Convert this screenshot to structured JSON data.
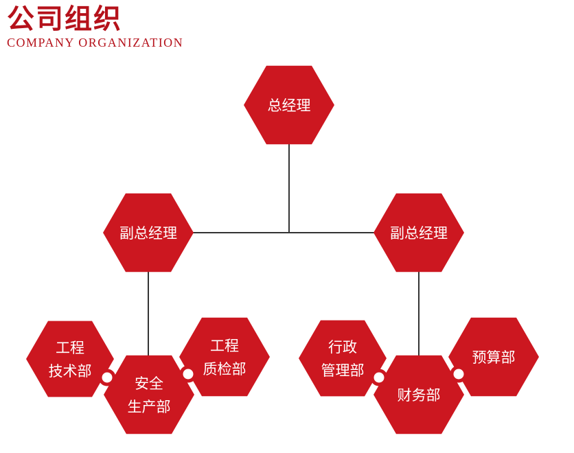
{
  "header": {
    "title_cn": "公司组织",
    "title_en": "COMPANY ORGANIZATION"
  },
  "colors": {
    "accent": "#b5121b",
    "hex_fill": "#cc1720",
    "line": "#333333"
  },
  "org": {
    "general_manager": [
      "总经理"
    ],
    "deputy_left": [
      "副总经理"
    ],
    "deputy_right": [
      "副总经理"
    ],
    "dept_engineering_tech": [
      "工程",
      "技术部"
    ],
    "dept_safety_production": [
      "安全",
      "生产部"
    ],
    "dept_engineering_qc": [
      "工程",
      "质检部"
    ],
    "dept_admin": [
      "行政",
      "管理部"
    ],
    "dept_finance": [
      "财务部"
    ],
    "dept_budget": [
      "预算部"
    ]
  }
}
